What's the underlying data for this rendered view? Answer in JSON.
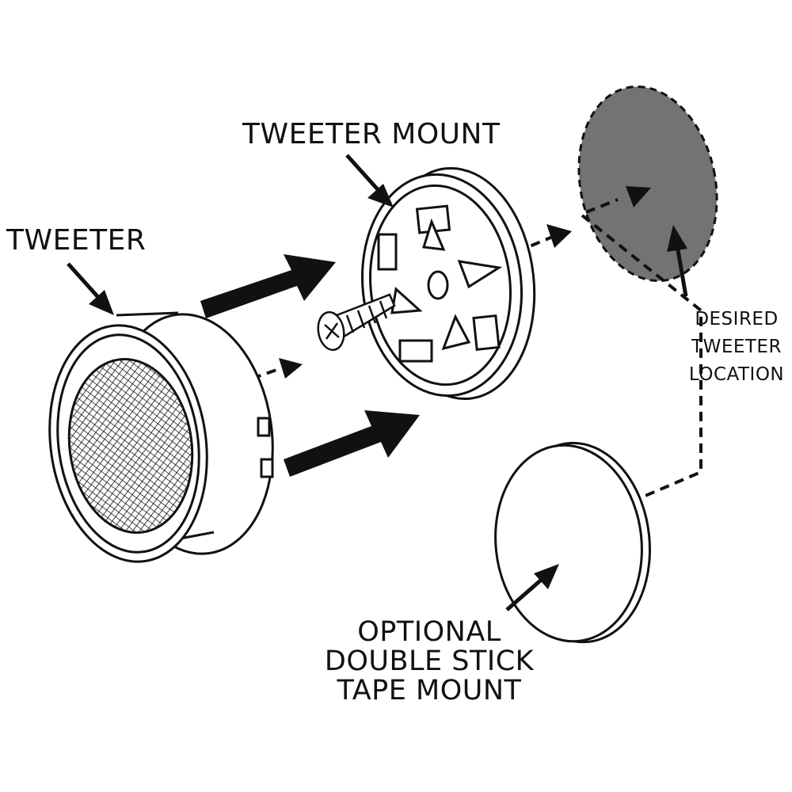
{
  "labels": {
    "tweeter": "TWEETER",
    "tweeter_mount": "TWEETER MOUNT",
    "desired_location": [
      "DESIRED",
      "TWEETER",
      "LOCATION"
    ],
    "tape_mount": [
      "OPTIONAL",
      "DOUBLE STICK",
      "TAPE MOUNT"
    ]
  },
  "colors": {
    "line": "#111111",
    "location_fill": "#737373",
    "background": "#ffffff"
  },
  "icons": {
    "arrows": "thick-arrow",
    "leader_lines": "pointer-arrow",
    "connector": "dashed-line-arrow"
  }
}
